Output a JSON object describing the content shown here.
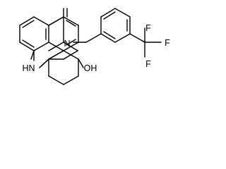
{
  "molecule": {
    "atom_labels": {
      "imine_n": "N",
      "ring_nh": "H",
      "ring_n": "N",
      "hydroxyl": "OH",
      "fluorine_right": "F",
      "fluorine_top": "F",
      "fluorine_bottom": "F"
    },
    "colors": {
      "bond": "#000000",
      "label": "#000000",
      "background": "#ffffff"
    }
  }
}
